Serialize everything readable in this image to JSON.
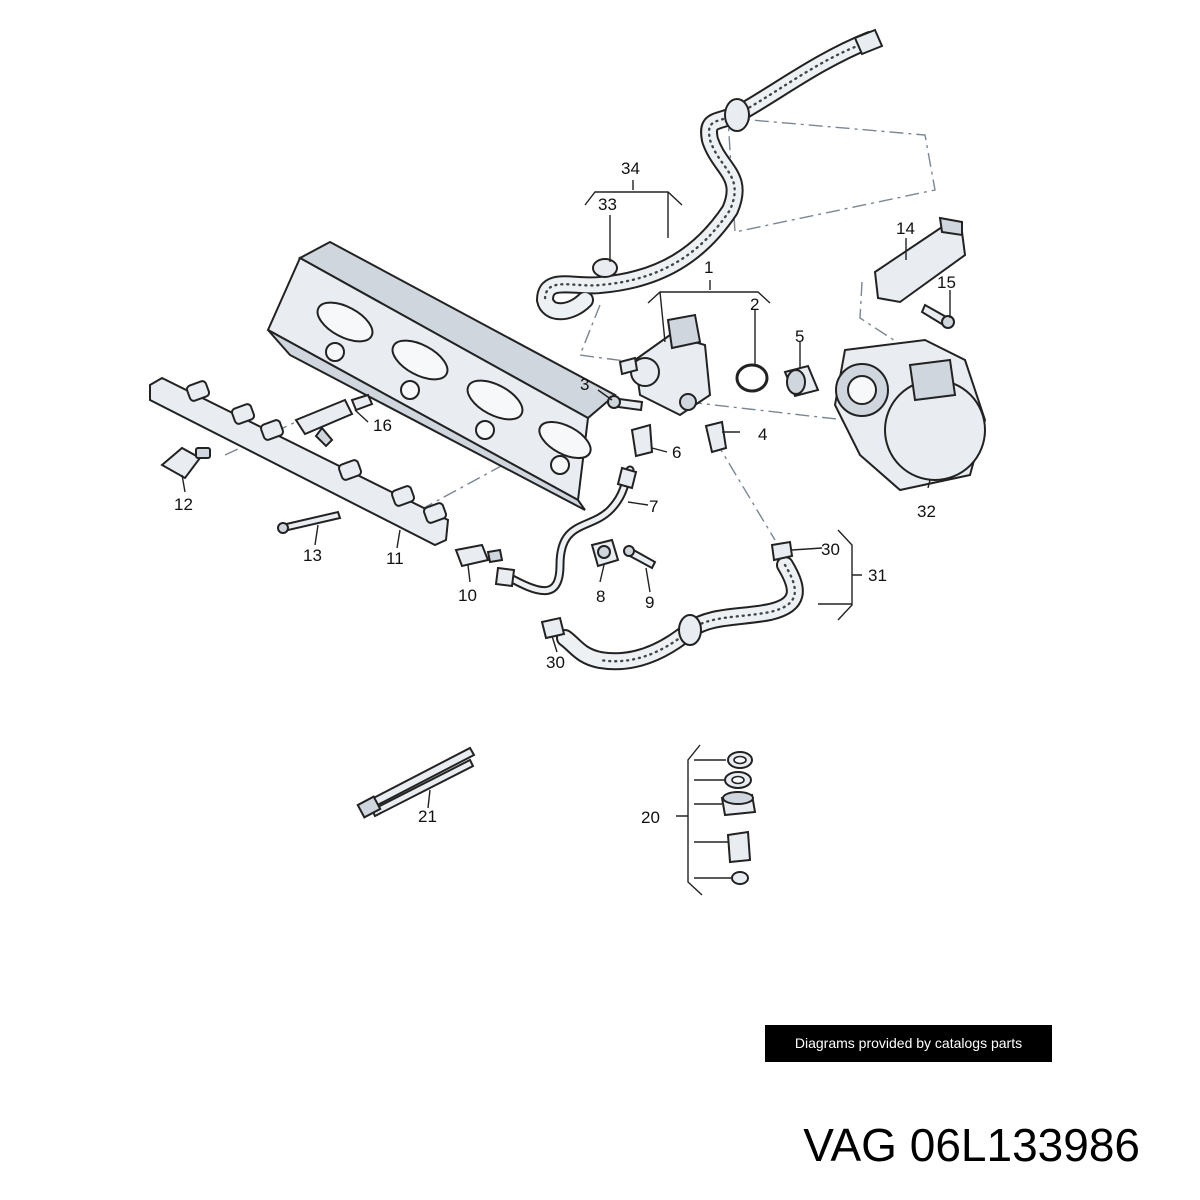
{
  "callouts": {
    "c1": "1",
    "c2": "2",
    "c3": "3",
    "c4": "4",
    "c5": "5",
    "c6": "6",
    "c7": "7",
    "c8": "8",
    "c9": "9",
    "c10": "10",
    "c11": "11",
    "c12": "12",
    "c13": "13",
    "c14": "14",
    "c15": "15",
    "c16": "16",
    "c20": "20",
    "c21": "21",
    "c30a": "30",
    "c30b": "30",
    "c31": "31",
    "c32": "32",
    "c33": "33",
    "c34": "34"
  },
  "credit": "Diagrams provided by catalogs parts",
  "part_number": "VAG 06L133986"
}
